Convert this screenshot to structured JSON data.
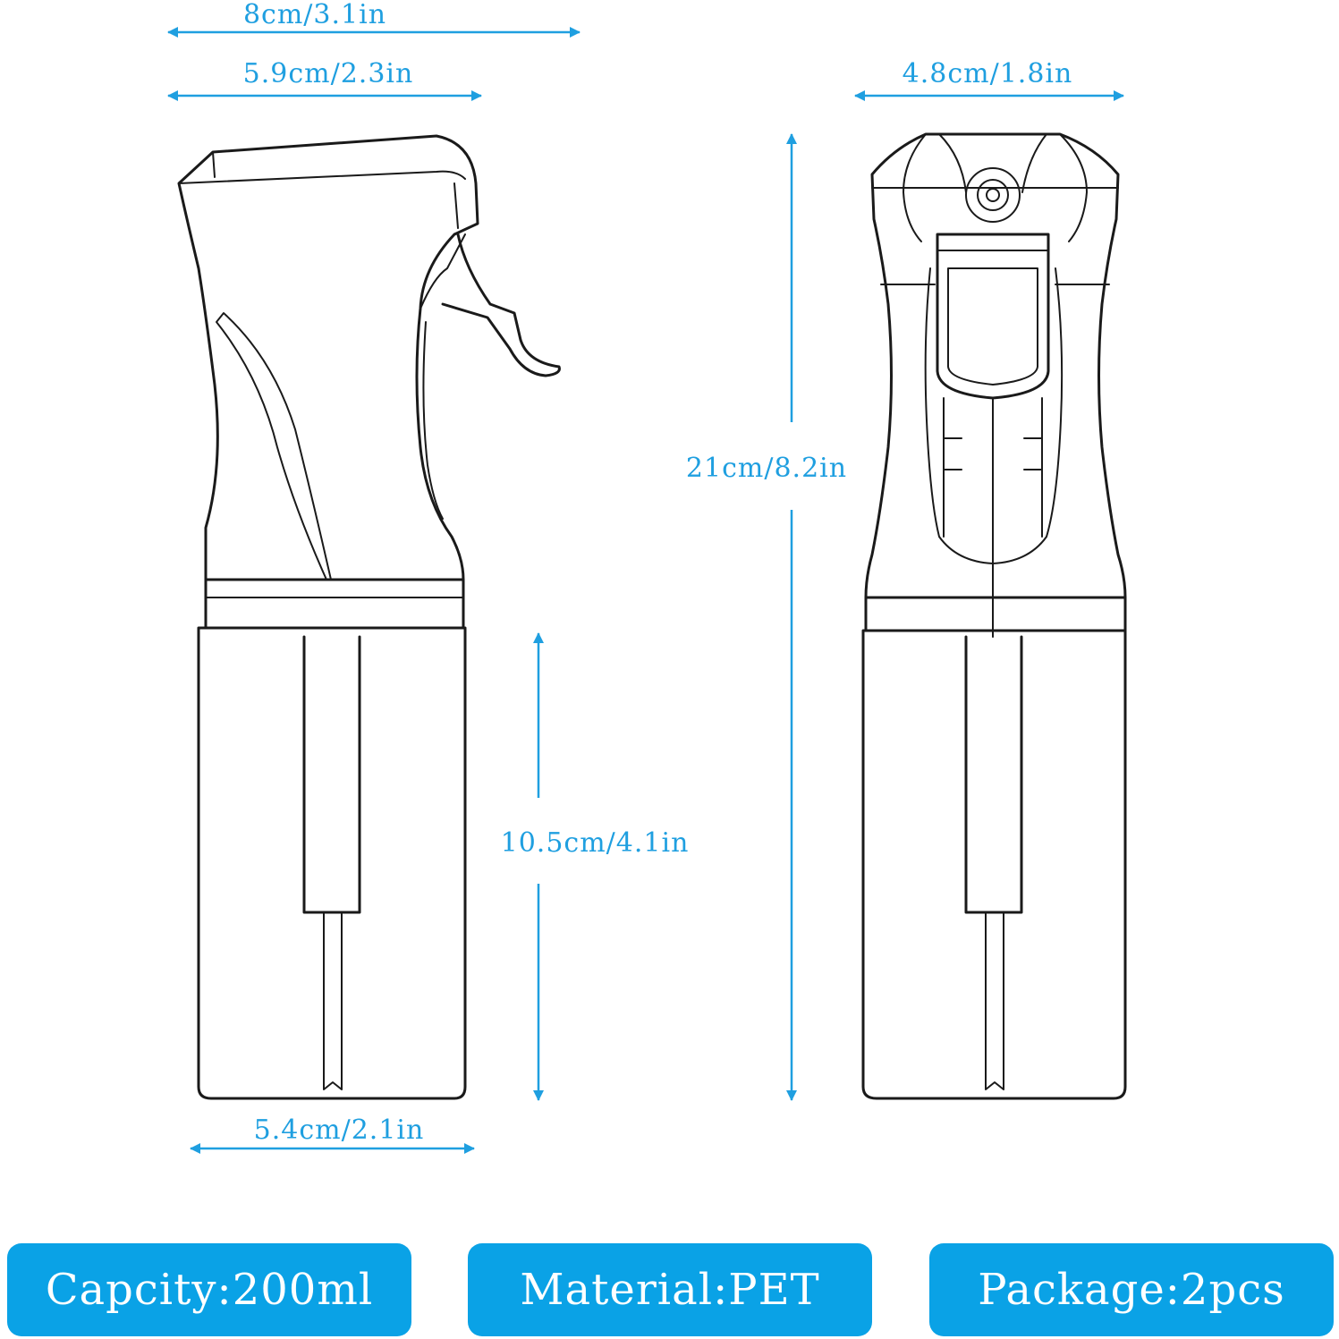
{
  "colors": {
    "accent": "#1f9fe0",
    "spec_box": "#0aa2e6",
    "outline": "#1a1a1a"
  },
  "dimensions": {
    "total_width": "8cm/3.1in",
    "head_width": "5.9cm/2.3in",
    "front_width": "4.8cm/1.8in",
    "height": "21cm/8.2in",
    "body_height": "10.5cm/4.1in",
    "base_width": "5.4cm/2.1in"
  },
  "specs": {
    "capacity": "Capcity:200ml",
    "material": "Material:PET",
    "package": "Package:2pcs"
  }
}
